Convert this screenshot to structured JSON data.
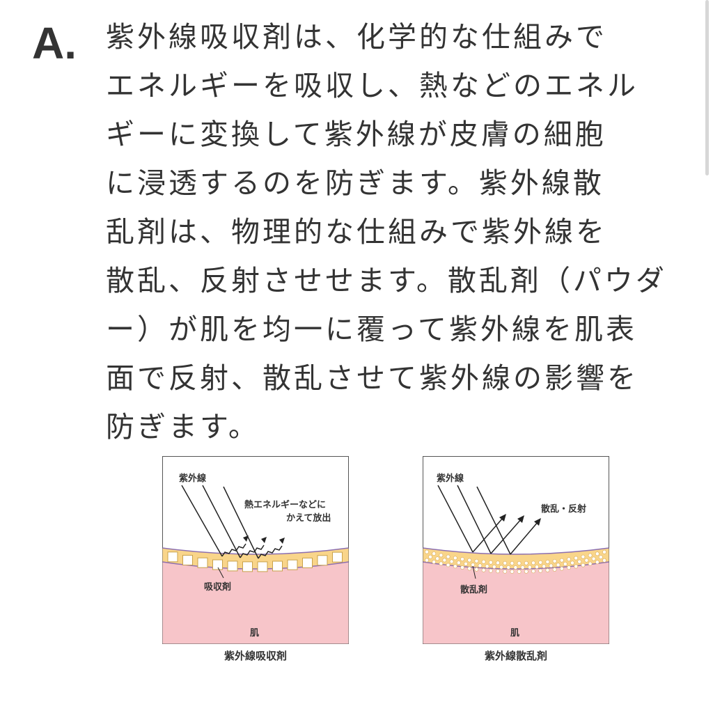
{
  "answer": {
    "marker": "A.",
    "lines": [
      "紫外線吸収剤は、化学的な仕組みで",
      "エネルギーを吸収し、熱などのエネル",
      "ギーに変換して紫外線が皮膚の細胞",
      "に浸透するのを防ぎます。紫外線散",
      "乱剤は、物理的な仕組みで紫外線を",
      "散乱、反射させせます。散乱剤（パウダ",
      "ー）が肌を均一に覆って紫外線を肌表",
      "面で反射、散乱させて紫外線の影響を",
      "防ぎます。"
    ]
  },
  "figures": {
    "absorber": {
      "caption": "紫外線吸収剤",
      "uv_label": "紫外線",
      "emission_label_line1": "熱エネルギーなどに",
      "emission_label_line2": "かえて放出",
      "agent_label": "吸収剤",
      "skin_label": "肌"
    },
    "scatterer": {
      "caption": "紫外線散乱剤",
      "uv_label": "紫外線",
      "reflect_label": "散乱・反射",
      "agent_label": "散乱剤",
      "skin_label": "肌"
    }
  },
  "colors": {
    "text": "#333333",
    "skin": "#f7c5c9",
    "layer": "#f9d58a",
    "layer_border": "#8c6fb0",
    "dot": "#ffffff",
    "line": "#222222"
  }
}
